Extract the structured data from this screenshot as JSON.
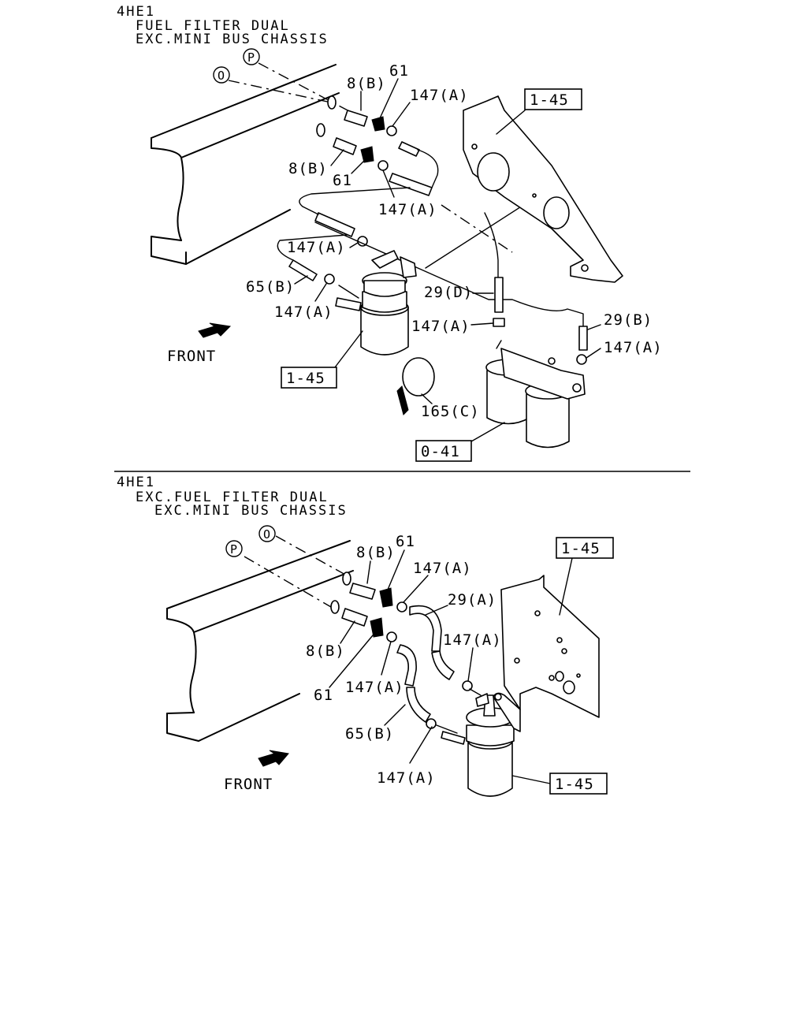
{
  "top": {
    "header": [
      "4HE1",
      "FUEL FILTER DUAL",
      "EXC.MINI BUS CHASSIS"
    ],
    "callouts": {
      "ref_o": "O",
      "ref_p": "P",
      "p8b_a": "8(B)",
      "p61_a": "61",
      "p147a_1": "147(A)",
      "box_145_a": "1-45",
      "p8b_b": "8(B)",
      "p61_b": "61",
      "p147a_2": "147(A)",
      "p147a_3": "147(A)",
      "p65b": "65(B)",
      "p147a_4": "147(A)",
      "p29d": "29(D)",
      "p147a_5": "147(A)",
      "p29b": "29(B)",
      "p147a_6": "147(A)",
      "front": "FRONT",
      "box_145_b": "1-45",
      "p165c": "165(C)",
      "box_041": "0-41"
    }
  },
  "bottom": {
    "header": [
      "4HE1",
      "EXC.FUEL FILTER DUAL",
      "EXC.MINI BUS CHASSIS"
    ],
    "callouts": {
      "ref_o": "O",
      "ref_p": "P",
      "p8b_a": "8(B)",
      "p61_a": "61",
      "p147a_1": "147(A)",
      "box_145_a": "1-45",
      "p29a": "29(A)",
      "p147a_2": "147(A)",
      "p8b_b": "8(B)",
      "p147a_3": "147(A)",
      "p61_b": "61",
      "p65b": "65(B)",
      "front": "FRONT",
      "p147a_4": "147(A)",
      "box_145_b": "1-45"
    }
  }
}
